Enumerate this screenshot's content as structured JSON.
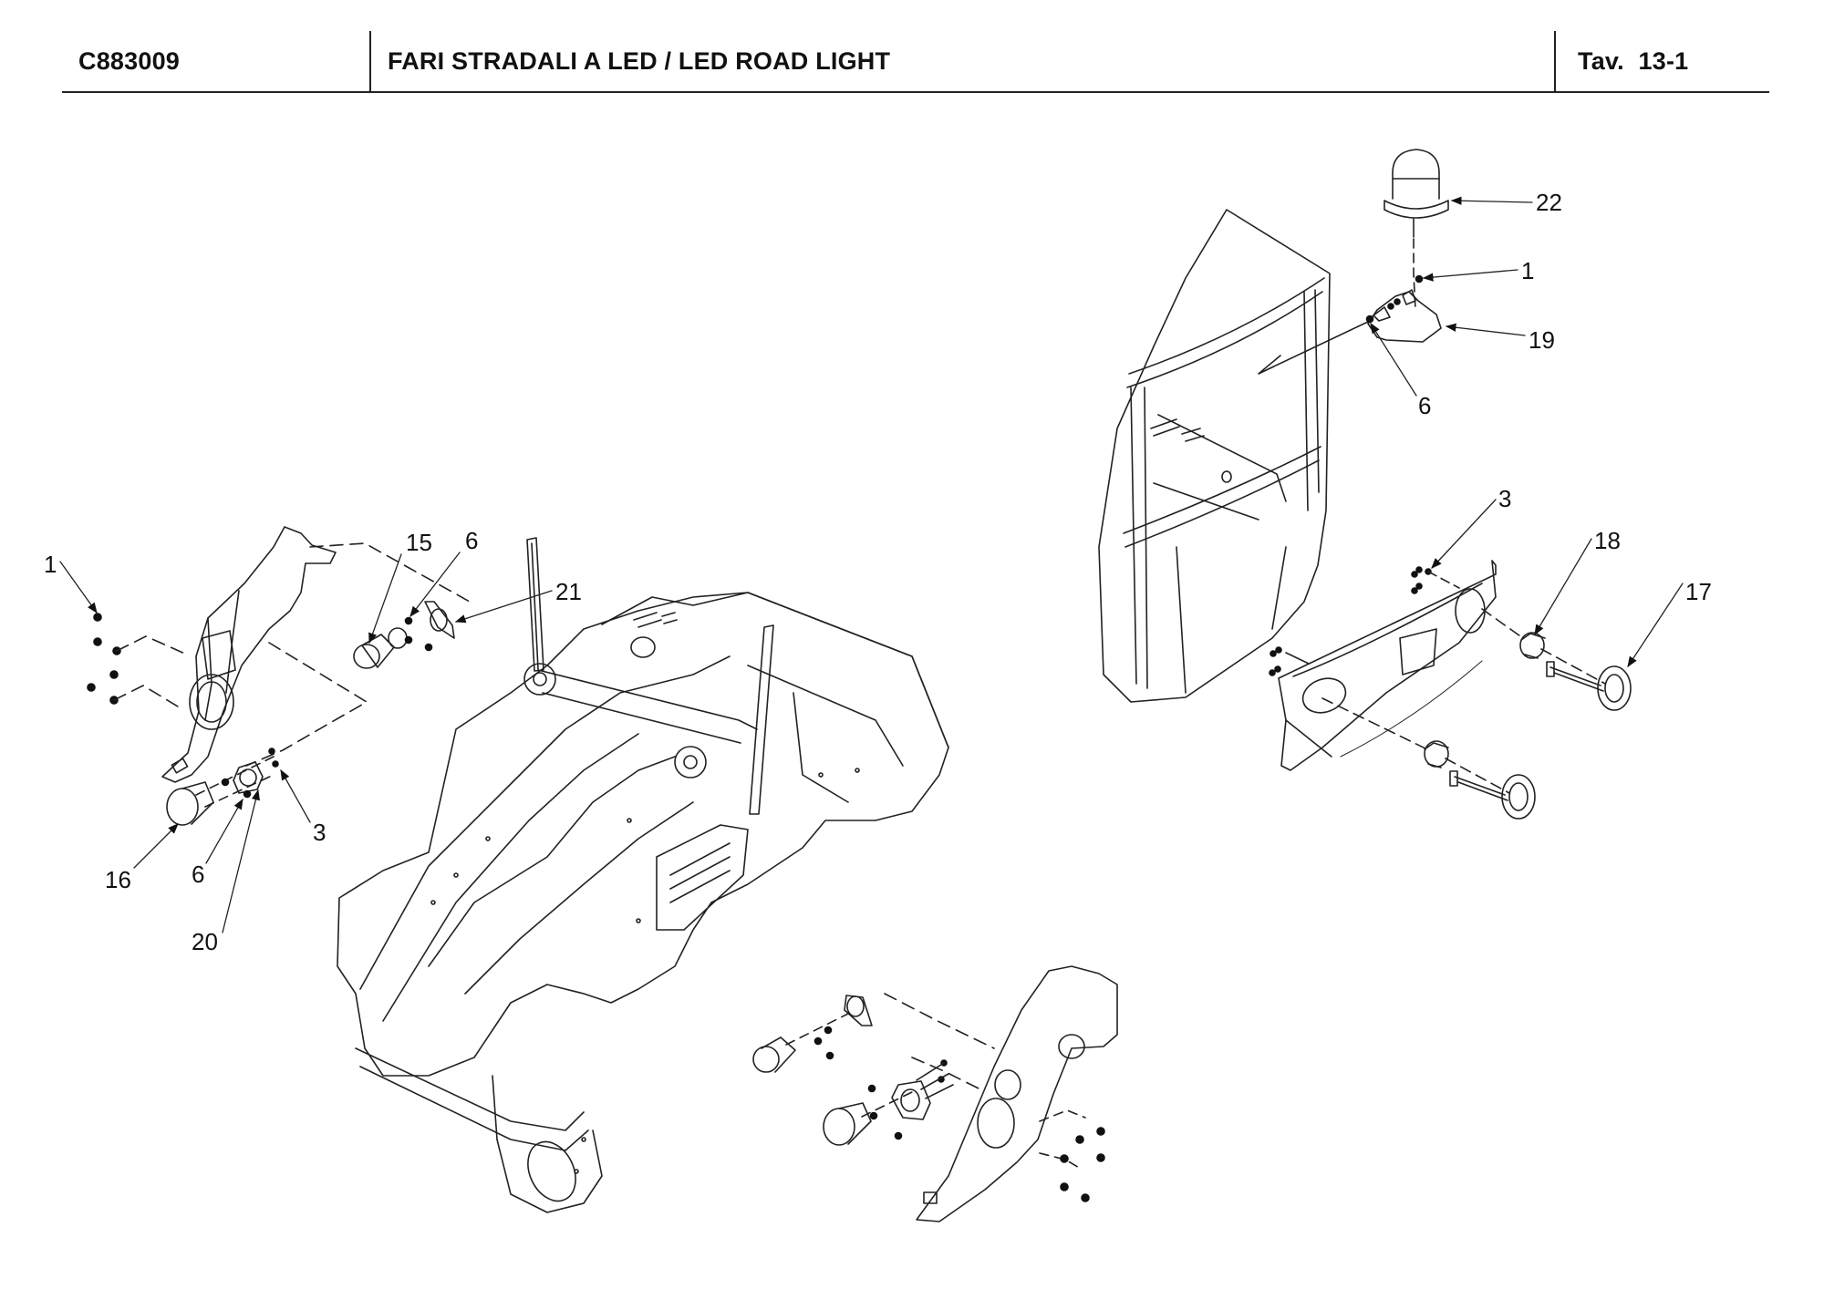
{
  "header": {
    "code": "C883009",
    "title": "FARI STRADALI A LED / LED ROAD LIGHT",
    "table": "Tav.  13-1"
  },
  "diagram": {
    "type": "exploded-parts-diagram",
    "assemblies": [
      {
        "name": "left-light-housing",
        "callouts": [
          "1",
          "15",
          "6",
          "21",
          "16",
          "6",
          "20",
          "3"
        ]
      },
      {
        "name": "main-frame",
        "callouts": []
      },
      {
        "name": "right-lower-light-housing",
        "callouts": []
      },
      {
        "name": "cab-roof-beacon",
        "callouts": [
          "22",
          "1",
          "19",
          "6"
        ]
      },
      {
        "name": "front-panel-lights",
        "callouts": [
          "3",
          "18",
          "17"
        ]
      }
    ],
    "callouts": [
      {
        "id": "c1a",
        "label": "1"
      },
      {
        "id": "c15",
        "label": "15"
      },
      {
        "id": "c6a",
        "label": "6"
      },
      {
        "id": "c21",
        "label": "21"
      },
      {
        "id": "c3a",
        "label": "3"
      },
      {
        "id": "c16",
        "label": "16"
      },
      {
        "id": "c6b",
        "label": "6"
      },
      {
        "id": "c20",
        "label": "20"
      },
      {
        "id": "c22",
        "label": "22"
      },
      {
        "id": "c1b",
        "label": "1"
      },
      {
        "id": "c19",
        "label": "19"
      },
      {
        "id": "c6c",
        "label": "6"
      },
      {
        "id": "c3b",
        "label": "3"
      },
      {
        "id": "c18",
        "label": "18"
      },
      {
        "id": "c17",
        "label": "17"
      }
    ]
  }
}
